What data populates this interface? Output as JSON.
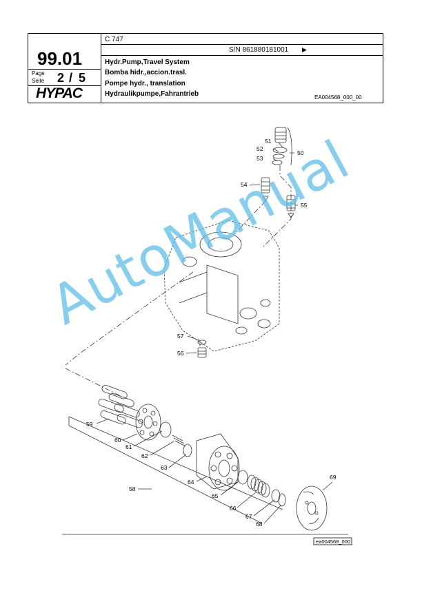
{
  "header": {
    "model": "C 747",
    "serial": "S/N 861880181001",
    "serial_arrow": "▶",
    "section_number": "99.01",
    "page_label_top": "Page",
    "page_label_bottom": "Seite",
    "page_current": "2",
    "page_sep": "/",
    "page_total": "5",
    "brand": "HYPAC",
    "titles": [
      "Hydr.Pump,Travel System",
      "Bomba hidr.,accion.trasl.",
      "Pompe hydr., translation",
      "Hydraulikpumpe,Fahrantrieb"
    ],
    "drawing_code": "EA004568_000_00"
  },
  "diagram": {
    "callouts": [
      "50",
      "51",
      "52",
      "53",
      "54",
      "55",
      "56",
      "57",
      "58",
      "59",
      "60",
      "61",
      "62",
      "63",
      "64",
      "65",
      "66",
      "67",
      "68",
      "69"
    ],
    "reference_box": "ea004568_000"
  },
  "watermark": "AutoManual",
  "colors": {
    "line": "#000000",
    "watermark": "#5fbde8",
    "part_stroke": "#333333"
  }
}
